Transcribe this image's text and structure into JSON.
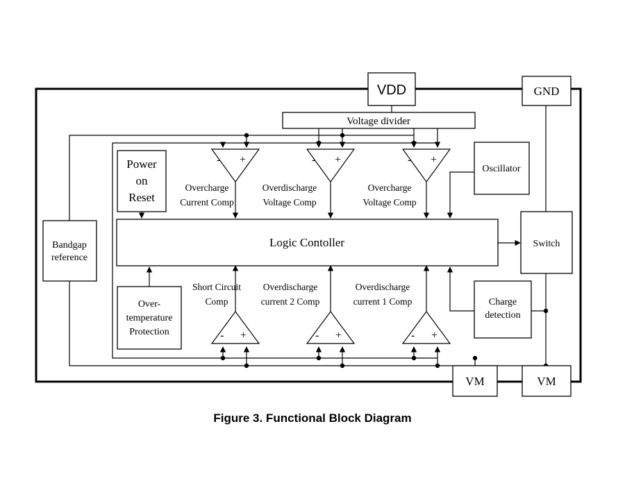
{
  "blocks": {
    "vdd": "VDD",
    "gnd": "GND",
    "voltage_divider": "Voltage divider",
    "power_on_reset": [
      "Power",
      "on",
      "Reset"
    ],
    "oscillator": "Oscillator",
    "bandgap": [
      "Bandgap",
      "reference"
    ],
    "logic_controller": "Logic Contoller",
    "switch": "Switch",
    "charge_detection": [
      "Charge",
      "detection"
    ],
    "over_temperature": [
      "Over-",
      "temperature",
      "Protection"
    ],
    "vm_left": "VM",
    "vm_right": "VM"
  },
  "comparators": {
    "overcharge_current": [
      "Overcharge",
      "Current Comp"
    ],
    "overdischarge_voltage": [
      "Overdischarge",
      "Voltage Comp"
    ],
    "overcharge_voltage": [
      "Overcharge",
      "Voltage Comp"
    ],
    "short_circuit": [
      "Short Circuit",
      "Comp"
    ],
    "overdischarge_current_2": [
      "Overdischarge",
      "current 2 Comp"
    ],
    "overdischarge_current_1": [
      "Overdischarge",
      "current 1 Comp"
    ],
    "minus": "-",
    "plus": "+"
  },
  "caption": "Figure 3. Functional Block Diagram"
}
